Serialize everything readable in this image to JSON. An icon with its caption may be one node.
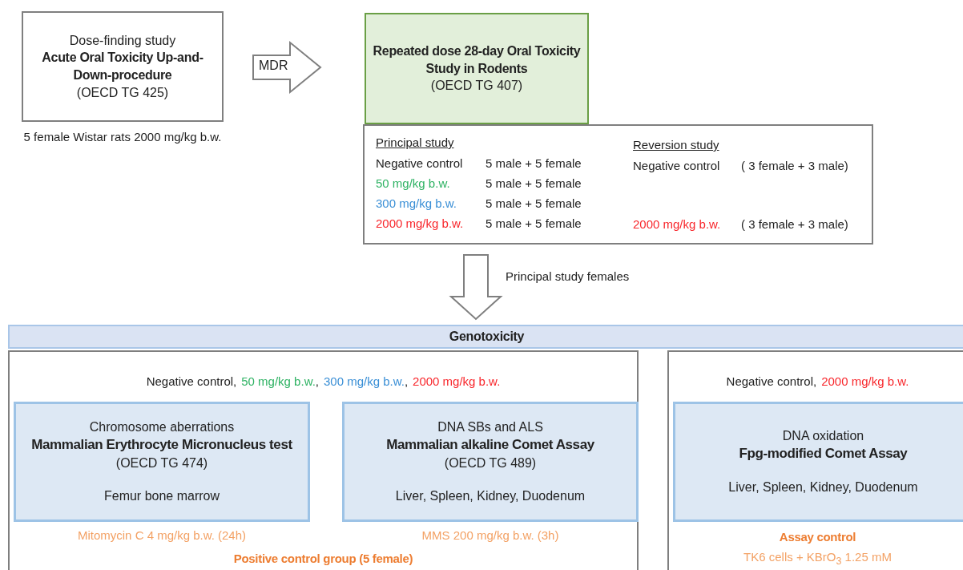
{
  "diagram": {
    "nodes": [
      {
        "text": [
          "Dose-finding study",
          "Acute Oral Toxicity Up-and-Down-procedure",
          "(OECD TG 425)"
        ],
        "beside": [
          "5 female Wistar rats 2000 mg/kg b.w."
        ]
      },
      {
        "text": [
          "Repeated dose 28-day Oral Toxicity Study in Rodents",
          "(OECD TG 407)"
        ]
      },
      {
        "text": [
          "Principal study",
          "Negative control",
          "5 male + 5 female",
          "50 mg/kg b.w.",
          "5 male + 5 female",
          "300 mg/kg b.w.",
          "5 male + 5 female",
          "2000 mg/kg b.w.",
          "5 male + 5 female",
          "Reversion study",
          "Negative control",
          "( 3 female + 3 male)",
          "2000 mg/kg b.w.",
          "( 3 female + 3 male)"
        ]
      },
      {
        "text": [
          "Genotoxicity"
        ]
      },
      {
        "text": [
          "Negative control,",
          "50 mg/kg b.w.,",
          "300 mg/kg b.w.,",
          "2000 mg/kg b.w.",
          "Positive control group (5 female)"
        ]
      },
      {
        "text": [
          "Chromosome aberrations",
          "Mammalian Erythrocyte Micronucleus test",
          "(OECD TG 474)",
          "Femur bone marrow"
        ],
        "in": 4,
        "beside": [
          "Mitomycin C 4 mg/kg b.w. (24h)"
        ]
      },
      {
        "text": [
          "DNA SBs and ALS",
          "Mammalian alkaline Comet Assay",
          "(OECD TG 489)",
          "Liver, Spleen, Kidney, Duodenum"
        ],
        "in": 4,
        "beside": [
          "MMS 200 mg/kg b.w. (3h)"
        ]
      },
      {
        "text": [
          "Negative control,",
          "2000 mg/kg b.w.",
          "Assay control",
          "TK6 cells + KBrO$_{3}$ 1.25 mM"
        ]
      },
      {
        "text": [
          "DNA oxidation",
          "Fpg-modified Comet Assay",
          "Liver, Spleen, Kidney, Duodenum"
        ],
        "in": 7
      }
    ],
    "edges": [
      {
        "from": 0,
        "to": 1,
        "arrow": "to",
        "label": "MDR"
      },
      {
        "from": 2,
        "to": 3,
        "arrow": "to",
        "label": "Principal study females"
      }
    ]
  }
}
